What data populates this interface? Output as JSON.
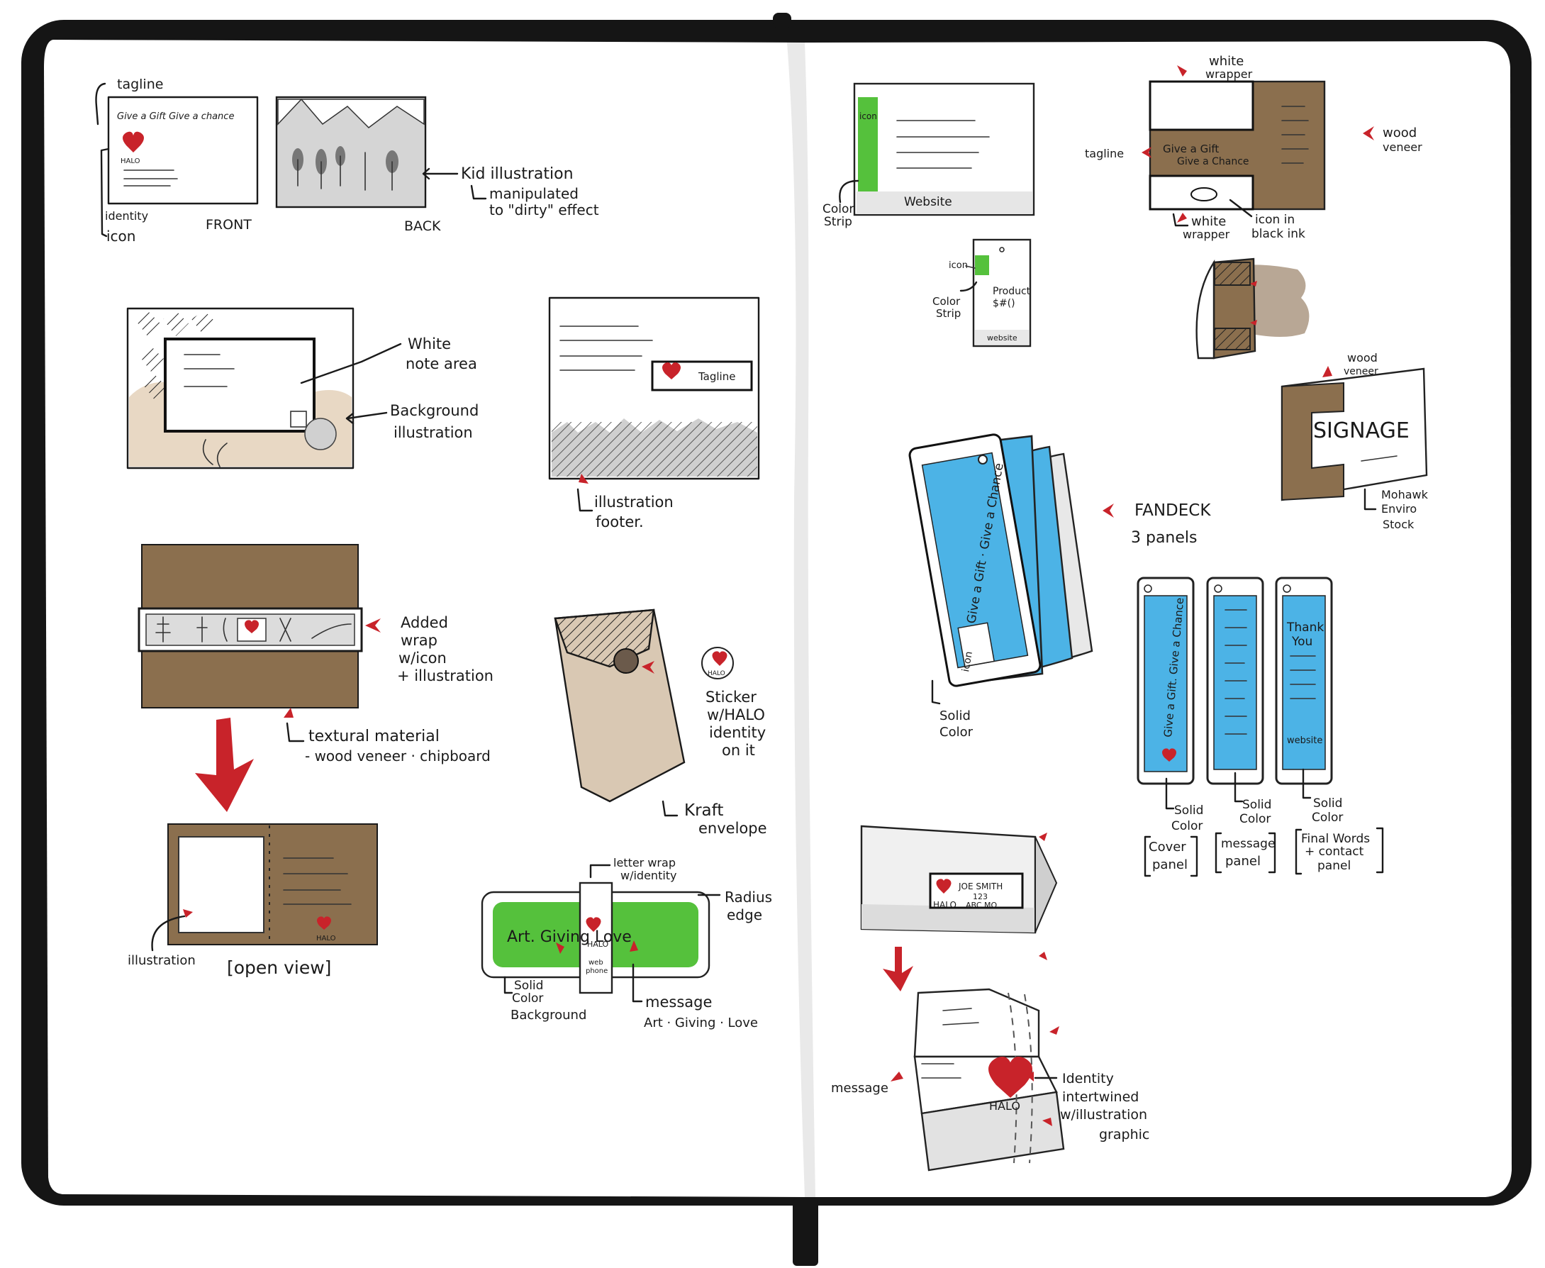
{
  "colors": {
    "notebook_cover": "#151515",
    "paper": "#ffffff",
    "ink": "#1a1a1a",
    "accent_red": "#c8232a",
    "wood_veneer": "#8b6f4e",
    "kraft": "#c8b49c",
    "fan_blue": "#4cb3e6",
    "solid_green": "#55c13c"
  },
  "left_page": {
    "card": {
      "tagline_label": "tagline",
      "card_tagline": "Give a Gift Give a chance",
      "card_halo": "HALO",
      "identity_icon_label_1": "identity",
      "identity_icon_label_2": "icon",
      "front_label": "FRONT",
      "back_label": "BACK",
      "kid_illustration_1": "Kid illustration",
      "kid_illustration_2": "manipulated",
      "kid_illustration_3": "to \"dirty\" effect"
    },
    "note_card": {
      "white_note_1": "White",
      "white_note_2": "note area",
      "background_illus_1": "Background",
      "background_illus_2": "illustration"
    },
    "footer_card": {
      "tagline_inner": "Tagline",
      "illustration_footer_1": "illustration",
      "illustration_footer_2": "footer."
    },
    "wrap": {
      "added_wrap_1": "Added",
      "added_wrap_2": "wrap",
      "added_wrap_3": "w/icon",
      "added_wrap_4": "+ illustration",
      "textural_1": "textural material",
      "textural_2": "- wood veneer · chipboard"
    },
    "open_view": {
      "illustration_label": "illustration",
      "open_view_label": "[open view]",
      "halo": "HALO"
    },
    "envelope": {
      "halo": "HALO",
      "sticker_1": "Sticker",
      "sticker_2": "w/HALO",
      "sticker_3": "identity",
      "sticker_4": "on it",
      "kraft_1": "Kraft",
      "kraft_2": "envelope"
    },
    "letter_wrap": {
      "letter_wrap_1": "letter wrap",
      "letter_wrap_2": "w/identity",
      "radius_1": "Radius",
      "radius_2": "edge",
      "green_text": "Art. Giving Love",
      "halo": "HALO",
      "web_1": "web",
      "web_2": "phone",
      "solid_1": "Solid",
      "solid_2": "Color",
      "solid_3": "Background",
      "message_1": "message",
      "message_2": "Art · Giving · Love"
    }
  },
  "right_page": {
    "website_card": {
      "icon": "icon",
      "website": "Website",
      "color_strip_1": "Color",
      "color_strip_2": "Strip"
    },
    "wrapper": {
      "white_wrapper_top_1": "white",
      "white_wrapper_top_2": "wrapper",
      "wood_veneer_1": "wood",
      "wood_veneer_2": "veneer",
      "tagline": "tagline",
      "band_1": "Give a Gift",
      "band_2": "Give a Chance",
      "white_wrapper_bottom_1": "white",
      "white_wrapper_bottom_2": "wrapper",
      "icon_ink_1": "icon in",
      "icon_ink_2": "black ink"
    },
    "tag": {
      "icon": "icon",
      "color_strip_1": "Color",
      "color_strip_2": "Strip",
      "product_1": "Product",
      "product_2": "$#()",
      "website": "website"
    },
    "signage": {
      "wood_veneer_1": "wood",
      "wood_veneer_2": "veneer",
      "title": "SIGNAGE",
      "mohawk_1": "Mohawk",
      "mohawk_2": "Enviro",
      "mohawk_3": "Stock"
    },
    "fandeck": {
      "fan_text": "Give a Gift · Give a Chance",
      "icon": "icon",
      "label_1": "FANDECK",
      "label_2": "3 panels",
      "solid_1": "Solid",
      "solid_2": "Color"
    },
    "panels": {
      "p1_text": "Give a Gift. Give a Chance",
      "p3_thank_1": "Thank",
      "p3_thank_2": "You",
      "p3_website": "website",
      "solid_1": "Solid",
      "solid_2": "Color",
      "cover_1": "Cover",
      "cover_2": "panel",
      "message_1": "message",
      "message_2": "panel",
      "final_1": "Final Words",
      "final_2": "+ contact",
      "final_3": "panel"
    },
    "mailer": {
      "addr_1": "JOE SMITH",
      "addr_2": "123",
      "addr_3": "ABC MO",
      "halo": "HALO",
      "box_halo": "HALO",
      "message_label": "message",
      "identity_1": "Identity",
      "identity_2": "intertwined",
      "identity_3": "w/illustration",
      "identity_4": "graphic"
    }
  }
}
